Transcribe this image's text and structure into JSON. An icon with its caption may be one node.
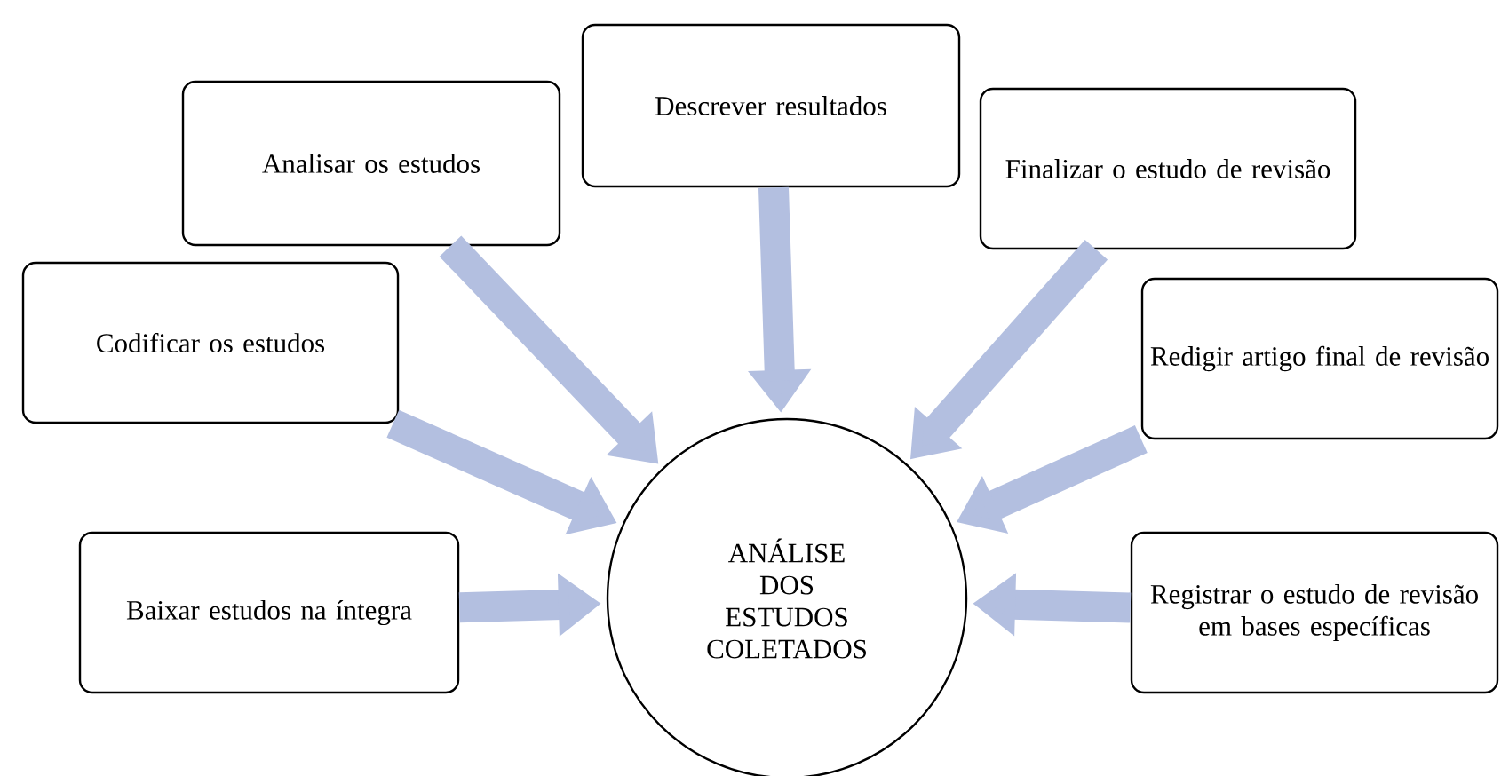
{
  "diagram": {
    "nodes": [
      {
        "text": [
          "Descrever resultados"
        ]
      },
      {
        "text": [
          "Analisar os estudos"
        ]
      },
      {
        "text": [
          "Finalizar o estudo de revisão"
        ]
      },
      {
        "text": [
          "Codificar os estudos"
        ]
      },
      {
        "text": [
          "Redigir artigo final de revisão"
        ]
      },
      {
        "text": [
          "Baixar estudos na íntegra"
        ]
      },
      {
        "text": [
          "Registrar o estudo de revisão em bases específicas"
        ]
      },
      {
        "text": [
          "ANÁLISE DOS ESTUDOS COLETADOS"
        ]
      }
    ],
    "edges": [
      {
        "from": 0,
        "to": 7,
        "arrow": "to"
      },
      {
        "from": 1,
        "to": 7,
        "arrow": "to"
      },
      {
        "from": 2,
        "to": 7,
        "arrow": "to"
      },
      {
        "from": 3,
        "to": 7,
        "arrow": "to"
      },
      {
        "from": 4,
        "to": 7,
        "arrow": "to"
      },
      {
        "from": 5,
        "to": 7,
        "arrow": "to"
      },
      {
        "from": 6,
        "to": 7,
        "arrow": "to"
      }
    ]
  }
}
